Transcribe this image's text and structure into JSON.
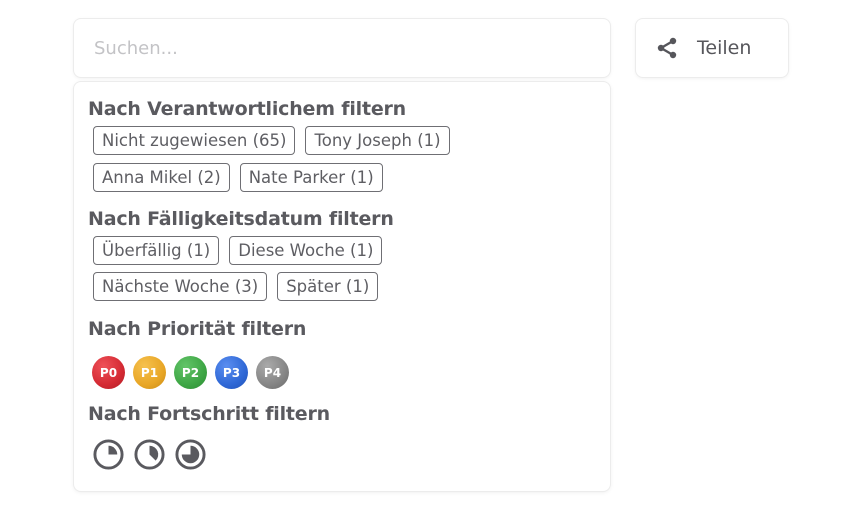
{
  "search": {
    "placeholder": "Suchen...",
    "value": ""
  },
  "share": {
    "label": "Teilen",
    "icon": "share-icon"
  },
  "filters": {
    "assignee": {
      "title": "Nach Verantwortlichem filtern",
      "options": [
        {
          "label": "Nicht zugewiesen (65)"
        },
        {
          "label": "Tony Joseph (1)"
        },
        {
          "label": "Anna Mikel (2)"
        },
        {
          "label": "Nate Parker (1)"
        }
      ]
    },
    "due": {
      "title": "Nach Fälligkeitsdatum filtern",
      "options": [
        {
          "label": "Überfällig (1)"
        },
        {
          "label": "Diese Woche (1)"
        },
        {
          "label": "Nächste Woche (3)"
        },
        {
          "label": "Später (1)"
        }
      ]
    },
    "priority": {
      "title": "Nach Priorität filtern",
      "options": [
        {
          "label": "P0",
          "color": "#d42a33"
        },
        {
          "label": "P1",
          "color": "#e8a626"
        },
        {
          "label": "P2",
          "color": "#3ea645"
        },
        {
          "label": "P3",
          "color": "#2f68d6"
        },
        {
          "label": "P4",
          "color": "#858585"
        }
      ]
    },
    "progress": {
      "title": "Nach Fortschritt filtern",
      "options": [
        {
          "label": "progress-25-icon",
          "percent": 25
        },
        {
          "label": "progress-37-icon",
          "percent": 37.5
        },
        {
          "label": "progress-75-icon",
          "percent": 75
        }
      ]
    }
  }
}
